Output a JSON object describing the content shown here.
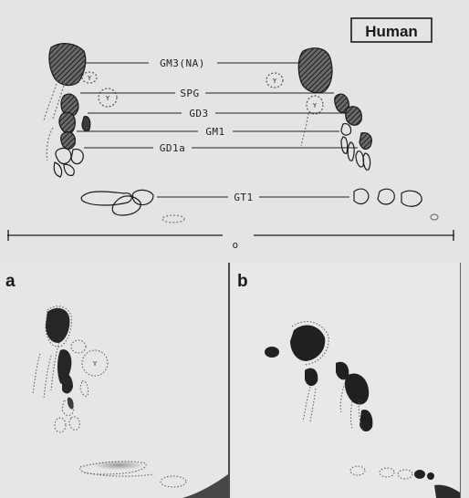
{
  "figure": {
    "species_box": "Human",
    "labels": {
      "gm3": "GM3(NA)",
      "spg": "SPG",
      "gd3": "GD3",
      "gm1": "GM1",
      "gd1a": "GD1a",
      "gt1": "GT1"
    },
    "origin_mark": "o",
    "panel_a": "a",
    "panel_b": "b",
    "y_marker": "Y"
  }
}
